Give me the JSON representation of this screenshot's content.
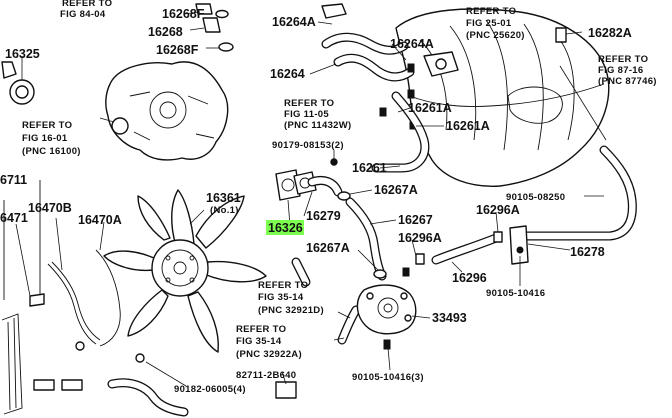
{
  "parts": {
    "p16268F_top": "16268F",
    "p16268": "16268",
    "p16268F_mid": "16268F",
    "p16325": "16325",
    "p16264A_top": "16264A",
    "p16264A_mid": "16264A",
    "p16264": "16264",
    "p16282A": "16282A",
    "p16261A_a": "16261A",
    "p16261A_b": "16261A",
    "p16261": "16261",
    "p90179": "90179-08153(2)",
    "p16267A_a": "16267A",
    "p16361": "16361",
    "p16361_sub": "(No.1)",
    "p16279": "16279",
    "p16326": "16326",
    "p16267": "16267",
    "p16267A_b": "16267A",
    "p16296A_a": "16296A",
    "p16296A_b": "16296A",
    "p90105_08250": "90105-08250",
    "p16278": "16278",
    "p16296": "16296",
    "p90105_10416": "90105-10416",
    "p16711": "6711",
    "p16471": "6471",
    "p16470B": "16470B",
    "p16470A": "16470A",
    "p33493": "33493",
    "p90105_10416_3": "90105-10416(3)",
    "p82711": "82711-2B640",
    "p90182": "90182-06005(4)"
  },
  "refs": {
    "fig84": {
      "l1": "REFER TO",
      "l2": "FIG 84-04"
    },
    "fig25": {
      "l1": "REFER TO",
      "l2": "FIG 25-01",
      "l3": "(PNC 25620)"
    },
    "fig87": {
      "l1": "REFER TO",
      "l2": "FIG 87-16",
      "l3": "(PNC 87746)"
    },
    "fig16": {
      "l1": "REFER TO",
      "l2": "FIG 16-01",
      "l3": "(PNC 16100)"
    },
    "fig11": {
      "l1": "REFER TO",
      "l2": "FIG 11-05",
      "l3": "(PNC 11432W)"
    },
    "fig35a": {
      "l1": "REFER TO",
      "l2": "FIG 35-14",
      "l3": "(PNC 32921D)"
    },
    "fig35b": {
      "l1": "REFER TO",
      "l2": "FIG 35-14",
      "l3": "(PNC 32922A)"
    }
  },
  "highlight_color": "#7dff4f"
}
